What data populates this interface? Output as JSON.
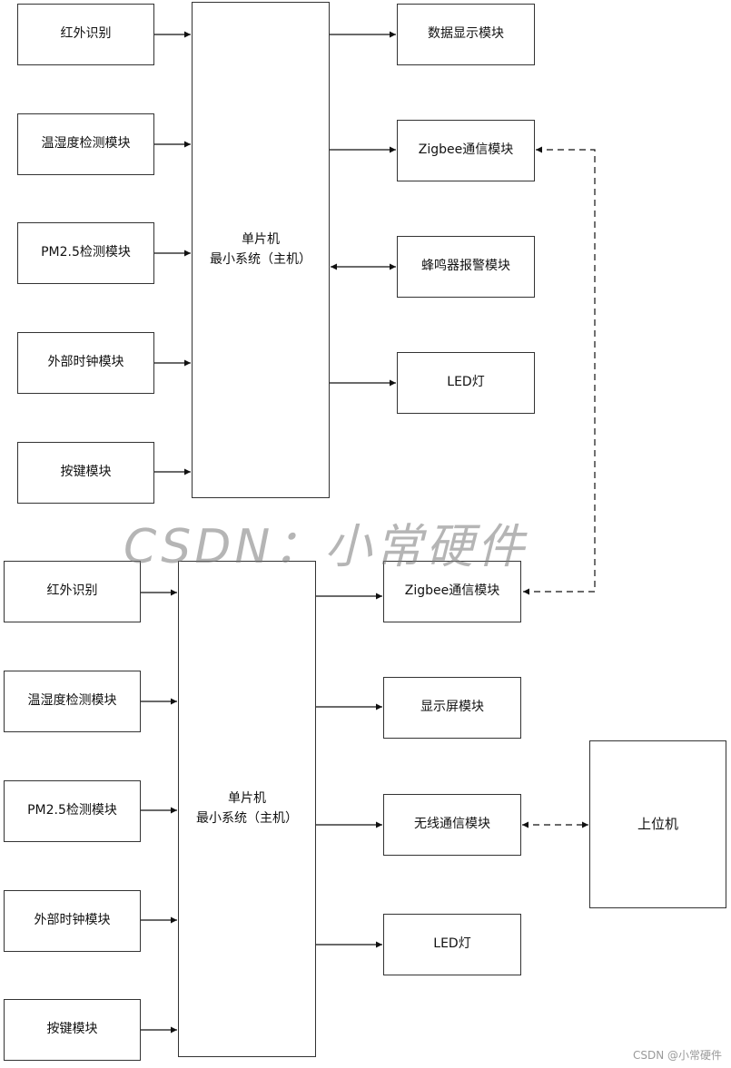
{
  "top": {
    "inputs": [
      "红外识别",
      "温湿度检测模块",
      "PM2.5检测模块",
      "外部时钟模块",
      "按键模块"
    ],
    "mcu": [
      "单片机",
      "最小系统（主机）"
    ],
    "outputs": [
      "数据显示模块",
      "Zigbee通信模块",
      "蜂鸣器报警模块",
      "LED灯"
    ]
  },
  "bottom": {
    "inputs": [
      "红外识别",
      "温湿度检测模块",
      "PM2.5检测模块",
      "外部时钟模块",
      "按键模块"
    ],
    "mcu": [
      "单片机",
      "最小系统（主机）"
    ],
    "outputs": [
      "Zigbee通信模块",
      "显示屏模块",
      "无线通信模块",
      "LED灯"
    ],
    "host": "上位机"
  },
  "watermark": "CSDN：小常硬件",
  "credit": "CSDN @小常硬件",
  "colors": {
    "line": "#111111",
    "border": "#333333",
    "background": "#ffffff"
  }
}
